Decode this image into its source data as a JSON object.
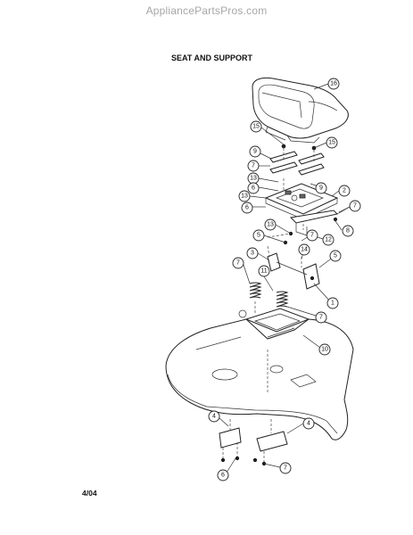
{
  "watermark": "AppliancePartsPros.com",
  "title": "SEAT AND SUPPORT",
  "footer_date": "4/04",
  "callouts": [
    "16",
    "15",
    "15",
    "9",
    "7",
    "13",
    "6",
    "9",
    "2",
    "13",
    "6",
    "7",
    "13",
    "8",
    "5",
    "12",
    "7",
    "3",
    "11",
    "14",
    "5",
    "7",
    "1",
    "7",
    "10",
    "4",
    "4",
    "6",
    "7"
  ]
}
